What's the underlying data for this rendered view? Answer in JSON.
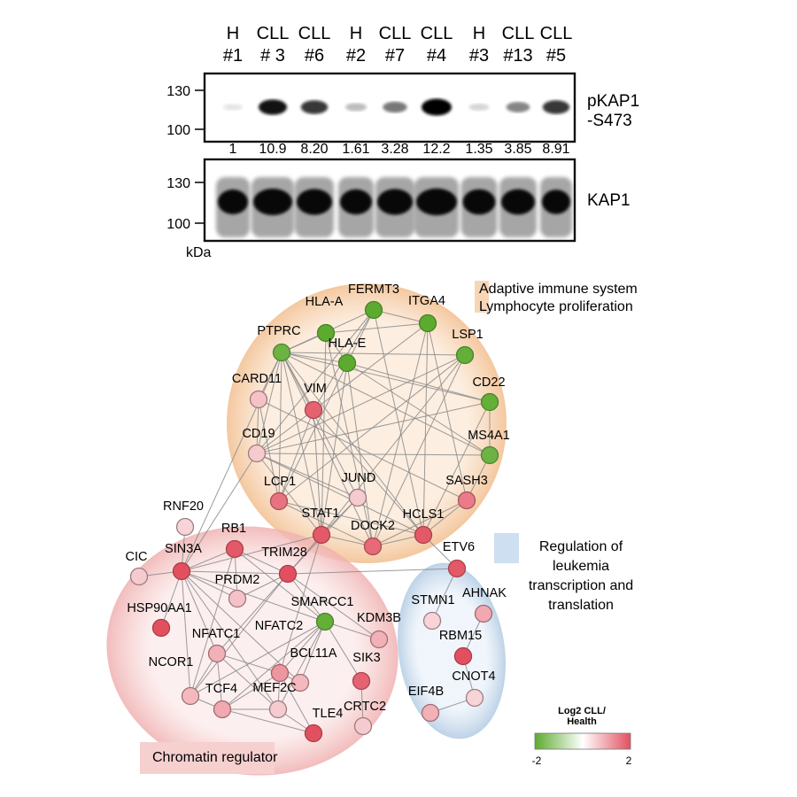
{
  "western_blot": {
    "lanes": [
      {
        "group": "H",
        "id": "#1"
      },
      {
        "group": "CLL",
        "id": "# 3"
      },
      {
        "group": "CLL",
        "id": "#6"
      },
      {
        "group": "H",
        "id": "#2"
      },
      {
        "group": "CLL",
        "id": "#7"
      },
      {
        "group": "CLL",
        "id": "#4"
      },
      {
        "group": "H",
        "id": "#3"
      },
      {
        "group": "CLL",
        "id": "#13"
      },
      {
        "group": "CLL",
        "id": "#5"
      }
    ],
    "quantification": [
      "1",
      "10.9",
      "8.20",
      "1.61",
      "3.28",
      "12.2",
      "1.35",
      "3.85",
      "8.91"
    ],
    "band_intensity_pkap1": [
      0.02,
      0.85,
      0.7,
      0.18,
      0.45,
      1.0,
      0.08,
      0.4,
      0.7
    ],
    "panel1": {
      "label_line1": "pKAP1",
      "label_line2": "-S473",
      "tick_130": "130",
      "tick_100": "100"
    },
    "panel2": {
      "label": "KAP1",
      "tick_130": "130",
      "tick_100": "100"
    },
    "unit_label": "kDa"
  },
  "network": {
    "nodes": [
      {
        "label": "FERMT3",
        "value": -2
      },
      {
        "label": "HLA-A",
        "value": -2
      },
      {
        "label": "ITGA4",
        "value": -2
      },
      {
        "label": "PTPRC",
        "value": -1.8
      },
      {
        "label": "HLA-E",
        "value": -2
      },
      {
        "label": "LSP1",
        "value": -1.9
      },
      {
        "label": "CD22",
        "value": -1.9
      },
      {
        "label": "MS4A1",
        "value": -1.8
      },
      {
        "label": "CARD11",
        "value": 0.7
      },
      {
        "label": "VIM",
        "value": 1.8
      },
      {
        "label": "CD19",
        "value": 0.6
      },
      {
        "label": "LCP1",
        "value": 1.6
      },
      {
        "label": "JUND",
        "value": 0.6
      },
      {
        "label": "SASH3",
        "value": 1.5
      },
      {
        "label": "STAT1",
        "value": 1.9
      },
      {
        "label": "DOCK2",
        "value": 1.7
      },
      {
        "label": "HCLS1",
        "value": 1.9
      },
      {
        "label": "RNF20",
        "value": 0.5
      },
      {
        "label": "RB1",
        "value": 1.9
      },
      {
        "label": "SIN3A",
        "value": 2
      },
      {
        "label": "CIC",
        "value": 0.6
      },
      {
        "label": "TRIM28",
        "value": 2
      },
      {
        "label": "PRDM2",
        "value": 0.7
      },
      {
        "label": "ETV6",
        "value": 1.9
      },
      {
        "label": "SMARCC1",
        "value": -1.9
      },
      {
        "label": "HSP90AA1",
        "value": 2
      },
      {
        "label": "NFATC1",
        "value": 0.9
      },
      {
        "label": "NFATC2",
        "value": 1.2
      },
      {
        "label": "KDM3B",
        "value": 0.9
      },
      {
        "label": "BCL11A",
        "value": 0.8
      },
      {
        "label": "SIK3",
        "value": 1.8
      },
      {
        "label": "NCOR1",
        "value": 0.8
      },
      {
        "label": "TCF4",
        "value": 1.0
      },
      {
        "label": "MEF2C",
        "value": 0.6
      },
      {
        "label": "TLE4",
        "value": 2
      },
      {
        "label": "CRTC2",
        "value": 0.6
      },
      {
        "label": "STMN1",
        "value": 0.5
      },
      {
        "label": "AHNAK",
        "value": 1.0
      },
      {
        "label": "RBM15",
        "value": 2
      },
      {
        "label": "CNOT4",
        "value": 0.5
      },
      {
        "label": "EIF4B",
        "value": 0.9
      }
    ],
    "edges": [
      [
        "PTPRC",
        "HLA-A"
      ],
      [
        "PTPRC",
        "FERMT3"
      ],
      [
        "PTPRC",
        "HLA-E"
      ],
      [
        "PTPRC",
        "LSP1"
      ],
      [
        "PTPRC",
        "CD22"
      ],
      [
        "PTPRC",
        "MS4A1"
      ],
      [
        "PTPRC",
        "CD19"
      ],
      [
        "PTPRC",
        "CARD11"
      ],
      [
        "PTPRC",
        "VIM"
      ],
      [
        "PTPRC",
        "LCP1"
      ],
      [
        "PTPRC",
        "STAT1"
      ],
      [
        "PTPRC",
        "JUND"
      ],
      [
        "PTPRC",
        "DOCK2"
      ],
      [
        "PTPRC",
        "HCLS1"
      ],
      [
        "PTPRC",
        "SIN3A"
      ],
      [
        "HLA-A",
        "HLA-E"
      ],
      [
        "HLA-A",
        "ITGA4"
      ],
      [
        "HLA-A",
        "STAT1"
      ],
      [
        "HLA-A",
        "DOCK2"
      ],
      [
        "FERMT3",
        "ITGA4"
      ],
      [
        "FERMT3",
        "CD19"
      ],
      [
        "FERMT3",
        "HCLS1"
      ],
      [
        "FERMT3",
        "LCP1"
      ],
      [
        "FERMT3",
        "VIM"
      ],
      [
        "ITGA4",
        "CD19"
      ],
      [
        "ITGA4",
        "DOCK2"
      ],
      [
        "ITGA4",
        "HCLS1"
      ],
      [
        "ITGA4",
        "SASH3"
      ],
      [
        "HLA-E",
        "STAT1"
      ],
      [
        "HLA-E",
        "CD22"
      ],
      [
        "HLA-E",
        "MS4A1"
      ],
      [
        "HLA-E",
        "DOCK2"
      ],
      [
        "LSP1",
        "LCP1"
      ],
      [
        "LSP1",
        "STAT1"
      ],
      [
        "LSP1",
        "DOCK2"
      ],
      [
        "LSP1",
        "CD19"
      ],
      [
        "CD22",
        "CD19"
      ],
      [
        "CD22",
        "HCLS1"
      ],
      [
        "CD22",
        "MS4A1"
      ],
      [
        "MS4A1",
        "CD19"
      ],
      [
        "MS4A1",
        "SASH3"
      ],
      [
        "CD19",
        "CARD11"
      ],
      [
        "CD19",
        "JUND"
      ],
      [
        "CD19",
        "HCLS1"
      ],
      [
        "CD19",
        "SIN3A"
      ],
      [
        "CD19",
        "STAT1"
      ],
      [
        "VIM",
        "STAT1"
      ],
      [
        "VIM",
        "LCP1"
      ],
      [
        "VIM",
        "HCLS1"
      ],
      [
        "CARD11",
        "LCP1"
      ],
      [
        "CARD11",
        "SASH3"
      ],
      [
        "JUND",
        "STAT1"
      ],
      [
        "JUND",
        "TRIM28"
      ],
      [
        "LCP1",
        "HCLS1"
      ],
      [
        "LCP1",
        "DOCK2"
      ],
      [
        "STAT1",
        "TRIM28"
      ],
      [
        "STAT1",
        "DOCK2"
      ],
      [
        "STAT1",
        "SIN3A"
      ],
      [
        "STAT1",
        "NFATC2"
      ],
      [
        "DOCK2",
        "HCLS1"
      ],
      [
        "DOCK2",
        "SASH3"
      ],
      [
        "HCLS1",
        "SASH3"
      ],
      [
        "HCLS1",
        "ETV6"
      ],
      [
        "SIN3A",
        "RB1"
      ],
      [
        "SIN3A",
        "RNF20"
      ],
      [
        "SIN3A",
        "CIC"
      ],
      [
        "SIN3A",
        "TRIM28"
      ],
      [
        "SIN3A",
        "PRDM2"
      ],
      [
        "SIN3A",
        "HSP90AA1"
      ],
      [
        "SIN3A",
        "NCOR1"
      ],
      [
        "SIN3A",
        "NFATC1"
      ],
      [
        "SIN3A",
        "SMARCC1"
      ],
      [
        "SIN3A",
        "BCL11A"
      ],
      [
        "SIN3A",
        "MEF2C"
      ],
      [
        "RB1",
        "TRIM28"
      ],
      [
        "RB1",
        "PRDM2"
      ],
      [
        "RB1",
        "SMARCC1"
      ],
      [
        "RB1",
        "NCOR1"
      ],
      [
        "TRIM28",
        "SMARCC1"
      ],
      [
        "TRIM28",
        "ETV6"
      ],
      [
        "TRIM28",
        "PRDM2"
      ],
      [
        "TRIM28",
        "NFATC1"
      ],
      [
        "TRIM28",
        "NCOR1"
      ],
      [
        "TRIM28",
        "KDM3B"
      ],
      [
        "SMARCC1",
        "NFATC2"
      ],
      [
        "SMARCC1",
        "BCL11A"
      ],
      [
        "SMARCC1",
        "SIK3"
      ],
      [
        "SMARCC1",
        "KDM3B"
      ],
      [
        "SMARCC1",
        "TCF4"
      ],
      [
        "SMARCC1",
        "MEF2C"
      ],
      [
        "SMARCC1",
        "NCOR1"
      ],
      [
        "NFATC1",
        "NFATC2"
      ],
      [
        "NFATC1",
        "TCF4"
      ],
      [
        "NFATC1",
        "MEF2C"
      ],
      [
        "NFATC1",
        "NCOR1"
      ],
      [
        "NFATC2",
        "MEF2C"
      ],
      [
        "NFATC2",
        "TCF4"
      ],
      [
        "NFATC2",
        "BCL11A"
      ],
      [
        "NFATC2",
        "TLE4"
      ],
      [
        "TCF4",
        "MEF2C"
      ],
      [
        "TCF4",
        "TLE4"
      ],
      [
        "MEF2C",
        "TLE4"
      ],
      [
        "NCOR1",
        "TCF4"
      ],
      [
        "SIK3",
        "CRTC2"
      ],
      [
        "ETV6",
        "STMN1"
      ],
      [
        "AHNAK",
        "RBM15"
      ],
      [
        "RBM15",
        "CNOT4"
      ],
      [
        "CNOT4",
        "EIF4B"
      ]
    ],
    "clusters": [
      {
        "label_lines": [
          "Adaptive immune system",
          "Lymphocyte proliferation"
        ],
        "color": "#f4c79c"
      },
      {
        "label_lines": [
          "Regulation of",
          "leukemia",
          "transcription and",
          "translation"
        ],
        "color": "#bcd4ea"
      },
      {
        "label_lines": [
          "Chromatin regulator"
        ],
        "color": "#f2b4b4"
      }
    ],
    "legend": {
      "title_line1": "Log2 CLL/",
      "title_line2": "Health",
      "min_label": "-2",
      "max_label": "2",
      "low_color": "#5cab2e",
      "mid_color": "#ffffff",
      "high_color": "#e25060"
    }
  }
}
